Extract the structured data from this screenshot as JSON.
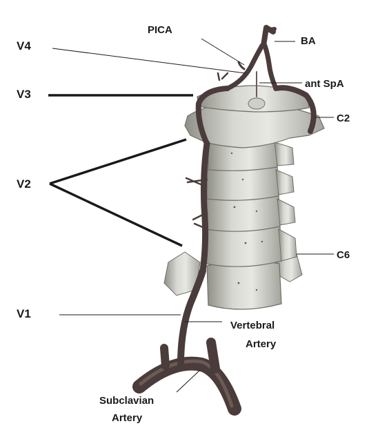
{
  "segments": {
    "v4": "V4",
    "v3": "V3",
    "v2": "V2",
    "v1": "V1"
  },
  "structures": {
    "pica": "PICA",
    "ba": "BA",
    "ant_spa": "ant SpA",
    "c2": "C2",
    "c6": "C6",
    "vertebral_line1": "Vertebral",
    "vertebral_line2": "Artery",
    "subclavian_line1": "Subclavian",
    "subclavian_line2": "Artery"
  },
  "colors": {
    "artery": "#4a3c3a",
    "artery_highlight": "#6b5a56",
    "bone": "#cfcfc9",
    "bone_shadow": "#9c9c95",
    "bone_light": "#e6e6e1"
  }
}
